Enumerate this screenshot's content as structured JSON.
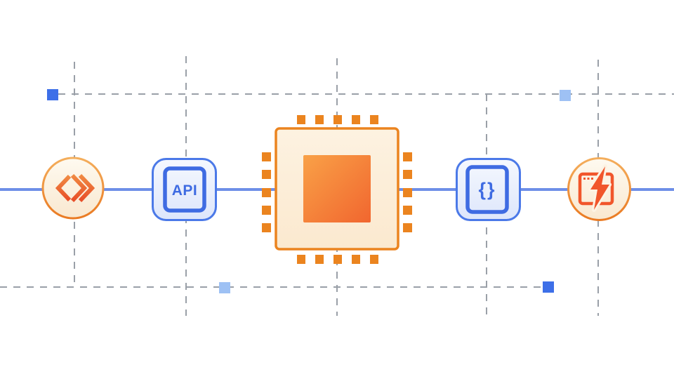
{
  "diagram": {
    "title": "data-pipeline-illustration",
    "background_color": "#ffffff",
    "connector": {
      "color": "#6e8fe8",
      "style": "solid-horizontal"
    },
    "grid": {
      "style": "dashed",
      "color": "#9aa0a8"
    },
    "accent_squares": [
      {
        "position": "top-left",
        "color": "#3d6fe8"
      },
      {
        "position": "top-right",
        "color": "#9ec1f4"
      },
      {
        "position": "bottom-center-left",
        "color": "#9ec1f4"
      },
      {
        "position": "bottom-right",
        "color": "#3d6fe8"
      }
    ],
    "nodes": [
      {
        "id": "code-source",
        "shape": "circle",
        "icon": "code-chevrons-icon",
        "label": "",
        "accent_color": "#ed7a28",
        "fill_color": "#fdf3e2"
      },
      {
        "id": "api-gateway",
        "shape": "rounded-square",
        "icon": "api-badge-icon",
        "label": "API",
        "accent_color": "#4b79e8",
        "fill_color": "#e9effc"
      },
      {
        "id": "processor-chip",
        "shape": "chip",
        "icon": "cpu-chip-icon",
        "label": "",
        "accent_color": "#eb841f",
        "fill_color": "#fdeeda",
        "core_gradient": [
          "#f9a147",
          "#f1662f"
        ],
        "pins_per_side": 5
      },
      {
        "id": "json-output",
        "shape": "rounded-square",
        "icon": "curly-braces-icon",
        "label": "{}",
        "accent_color": "#4b79e8",
        "fill_color": "#e9effc"
      },
      {
        "id": "app-runtime",
        "shape": "circle",
        "icon": "lightning-window-icon",
        "label": "",
        "accent_color": "#f1562b",
        "fill_color": "#fdf3e2"
      }
    ]
  }
}
